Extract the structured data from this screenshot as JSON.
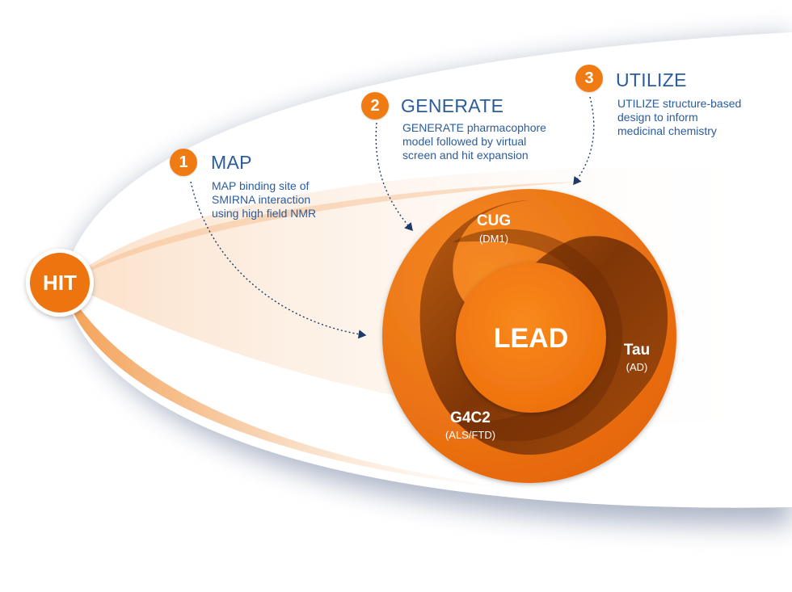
{
  "start_node": {
    "label": "HIT"
  },
  "steps": [
    {
      "number": "1",
      "title": "MAP",
      "description_lines": [
        "MAP binding site of",
        "SMIRNA interaction",
        "using high field NMR"
      ]
    },
    {
      "number": "2",
      "title": "GENERATE",
      "description_lines": [
        "GENERATE pharmacophore",
        "model followed by virtual",
        "screen and hit expansion"
      ]
    },
    {
      "number": "3",
      "title": "UTILIZE",
      "description_lines": [
        "UTILIZE structure-based",
        "design to inform",
        "medicinal chemistry"
      ]
    }
  ],
  "target": {
    "center_label": "LEAD",
    "segments": [
      {
        "name": "CUG",
        "sub": "(DM1)"
      },
      {
        "name": "Tau",
        "sub": "(AD)"
      },
      {
        "name": "G4C2",
        "sub": "(ALS/FTD)"
      }
    ]
  },
  "colors": {
    "accent_orange": "#f07b12",
    "dark_orange": "#8f3c06",
    "text_blue": "#2b5c9e",
    "arrow_navy": "#1f3a66"
  }
}
